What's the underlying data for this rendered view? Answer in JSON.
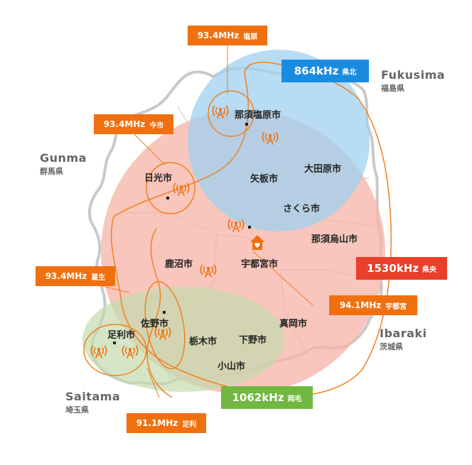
{
  "colors": {
    "prefecture_outline": "#c8c8c8",
    "station_orange": "#f08020",
    "coverage_kentoh": "#f5b8a8",
    "coverage_kenhoku": "#a8d4f0",
    "coverage_ryomo": "#c8e0b0",
    "tag_fm": "#f07010",
    "tag_am_kenhoku": "#1a8ce0",
    "tag_am_kenou": "#e8402a",
    "tag_am_ryomo": "#70b840",
    "tower_icon": "#f07010"
  },
  "prefectures": [
    {
      "en": "Fukusima",
      "jp": "福島県"
    },
    {
      "en": "Gunma",
      "jp": "群馬県"
    },
    {
      "en": "Ibaraki",
      "jp": "茨城県"
    },
    {
      "en": "Saitama",
      "jp": "埼玉県"
    }
  ],
  "cities": [
    {
      "name": "那須塩原市"
    },
    {
      "name": "大田原市"
    },
    {
      "name": "矢板市"
    },
    {
      "name": "日光市"
    },
    {
      "name": "さくら市"
    },
    {
      "name": "那須烏山市"
    },
    {
      "name": "鹿沼市"
    },
    {
      "name": "宇都宮市"
    },
    {
      "name": "佐野市"
    },
    {
      "name": "真岡市"
    },
    {
      "name": "足利市"
    },
    {
      "name": "栃木市"
    },
    {
      "name": "下野市"
    },
    {
      "name": "小山市"
    }
  ],
  "stations": [
    {
      "freq": "93.4MHz",
      "site": "塩原",
      "type": "fm"
    },
    {
      "freq": "864kHz",
      "site": "県北",
      "type": "am_kenhoku"
    },
    {
      "freq": "93.4MHz",
      "site": "今市",
      "type": "fm"
    },
    {
      "freq": "93.4MHz",
      "site": "葛生",
      "type": "fm"
    },
    {
      "freq": "1530kHz",
      "site": "県央",
      "type": "am_kenou"
    },
    {
      "freq": "94.1MHz",
      "site": "宇都宮",
      "type": "fm"
    },
    {
      "freq": "1062kHz",
      "site": "両毛",
      "type": "am_ryomo"
    },
    {
      "freq": "91.1MHz",
      "site": "足利",
      "type": "fm"
    }
  ],
  "icons": {
    "transmitter": "radio-tower-icon",
    "headquarters": "home-icon",
    "city_marker": "city-dot-icon"
  }
}
